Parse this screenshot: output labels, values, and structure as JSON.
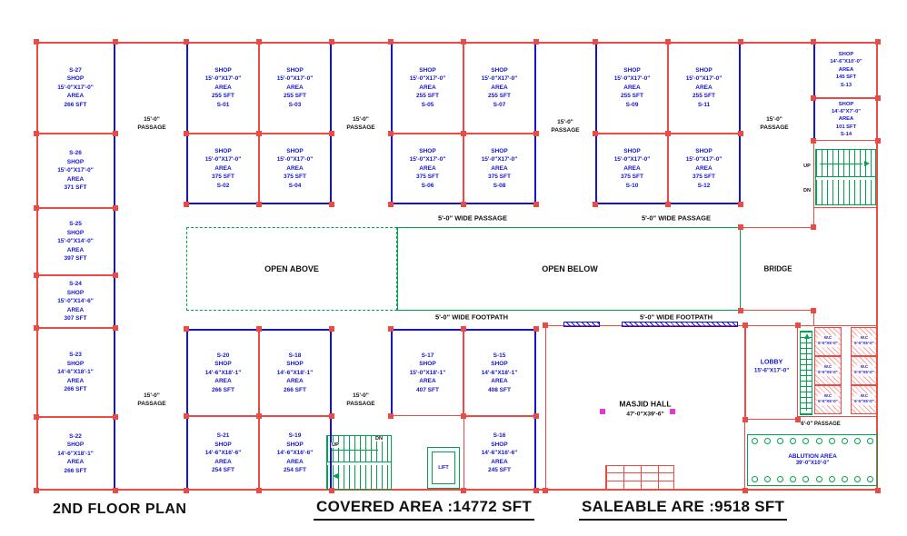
{
  "footer": {
    "floor_title": "2ND FLOOR PLAN",
    "covered_area": "COVERED AREA :14772 SFT",
    "saleable_area": "SALEABLE ARE :9518 SFT"
  },
  "labels": {
    "shop_word": "SHOP",
    "area_word": "AREA",
    "passage_15": "15'-0\"",
    "passage_word": "PASSAGE",
    "wide_passage": "5'-0\" WIDE PASSAGE",
    "wide_footpath": "5'-0\" WIDE FOOTPATH",
    "open_above": "OPEN ABOVE",
    "open_below": "OPEN BELOW",
    "bridge": "BRIDGE",
    "masjid_name": "MASJID HALL",
    "masjid_dim": "47'-0\"X39'-6\"",
    "lobby_name": "LOBBY",
    "lobby_dim": "15'-6\"X17'-0\"",
    "ablution_name": "ABLUTION AREA",
    "ablution_dim": "39'-0\"X10'-0\"",
    "passage_6": "6'-0\" PASSAGE",
    "wc_name": "W.C",
    "wc_dim": "5'-0\"X5'-0\"",
    "up": "UP",
    "dn": "DN",
    "lift": "LIFT"
  },
  "shops": [
    {
      "id": "S-01",
      "dim": "15'-0\"X17'-0\"",
      "area": "255 SFT"
    },
    {
      "id": "S-02",
      "dim": "15'-0\"X17'-0\"",
      "area": "375 SFT"
    },
    {
      "id": "S-03",
      "dim": "15'-0\"X17'-0\"",
      "area": "255 SFT"
    },
    {
      "id": "S-04",
      "dim": "15'-0\"X17'-0\"",
      "area": "375 SFT"
    },
    {
      "id": "S-05",
      "dim": "15'-0\"X17'-0\"",
      "area": "255 SFT"
    },
    {
      "id": "S-06",
      "dim": "15'-0\"X17'-0\"",
      "area": "375 SFT"
    },
    {
      "id": "S-07",
      "dim": "15'-0\"X17'-0\"",
      "area": "255 SFT"
    },
    {
      "id": "S-08",
      "dim": "15'-0\"X17'-0\"",
      "area": "375 SFT"
    },
    {
      "id": "S-09",
      "dim": "15'-0\"X17'-0\"",
      "area": "255 SFT"
    },
    {
      "id": "S-10",
      "dim": "15'-0\"X17'-0\"",
      "area": "375 SFT"
    },
    {
      "id": "S-11",
      "dim": "15'-0\"X17'-0\"",
      "area": "255 SFT"
    },
    {
      "id": "S-12",
      "dim": "15'-0\"X17'-0\"",
      "area": "375 SFT"
    },
    {
      "id": "S-13",
      "dim": "14'-6\"X10'-0\"",
      "area": "145 SFT"
    },
    {
      "id": "S-14",
      "dim": "14'-6\"X7'-0\"",
      "area": "101 SFT"
    },
    {
      "id": "S-15",
      "dim": "14'-6\"X18'-1\"",
      "area": "408 SFT"
    },
    {
      "id": "S-16",
      "dim": "14'-6\"X16'-6\"",
      "area": "245 SFT"
    },
    {
      "id": "S-17",
      "dim": "15'-0\"X18'-1\"",
      "area": "407 SFT"
    },
    {
      "id": "S-18",
      "dim": "14'-6\"X18'-1\"",
      "area": "266 SFT"
    },
    {
      "id": "S-19",
      "dim": "14'-6\"X16'-6\"",
      "area": "254 SFT"
    },
    {
      "id": "S-20",
      "dim": "14'-6\"X18'-1\"",
      "area": "266 SFT"
    },
    {
      "id": "S-21",
      "dim": "14'-6\"X16'-6\"",
      "area": "254 SFT"
    },
    {
      "id": "S-22",
      "dim": "14'-6\"X18'-1\"",
      "area": "266 SFT"
    },
    {
      "id": "S-23",
      "dim": "14'-6\"X18'-1\"",
      "area": "266 SFT"
    },
    {
      "id": "S-24",
      "dim": "15'-0\"X14'-6\"",
      "area": "307 SFT"
    },
    {
      "id": "S-25",
      "dim": "15'-0\"X14'-0\"",
      "area": "397 SFT"
    },
    {
      "id": "S-26",
      "dim": "15'-0\"X17'-0\"",
      "area": "371 SFT"
    },
    {
      "id": "S-27",
      "dim": "15'-0\"X17'-0\"",
      "area": "266 SFT"
    }
  ],
  "colors": {
    "wall": "#ec4b45",
    "blue": "#1414cf",
    "green": "#00a34e",
    "magenta": "#e03ad2",
    "ink": "#111111"
  }
}
